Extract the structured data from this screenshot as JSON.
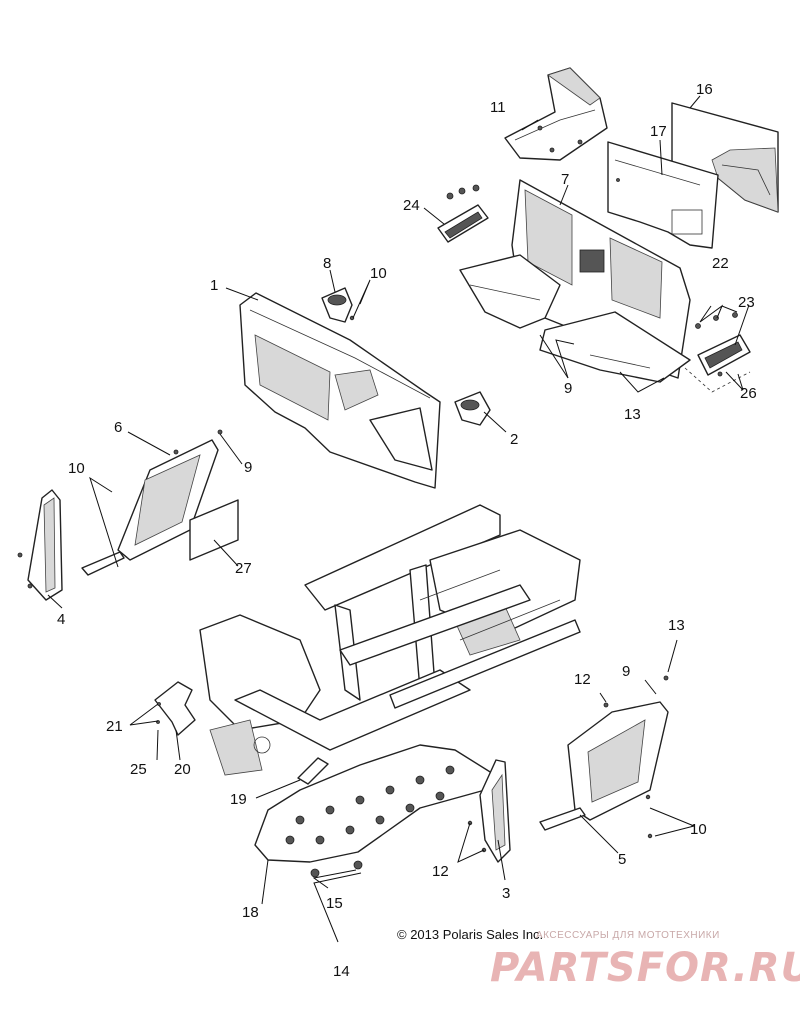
{
  "copyright": "© 2013 Polaris Sales Inc.",
  "watermark": {
    "caption": "АКСЕССУАРЫ ДЛЯ МОТОТЕХНИКИ",
    "logo": "PARTSFOR.RU"
  },
  "callouts": {
    "c1": "1",
    "c2": "2",
    "c3": "3",
    "c4": "4",
    "c5": "5",
    "c6": "6",
    "c7": "7",
    "c8": "8",
    "c9a": "9",
    "c9b": "9",
    "c9c": "9",
    "c10a": "10",
    "c10b": "10",
    "c10c": "10",
    "c11": "11",
    "c12a": "12",
    "c12b": "12",
    "c13a": "13",
    "c13b": "13",
    "c14": "14",
    "c15": "15",
    "c16": "16",
    "c17": "17",
    "c18": "18",
    "c19": "19",
    "c20": "20",
    "c21": "21",
    "c22": "22",
    "c23": "23",
    "c24": "24",
    "c25": "25",
    "c26": "26",
    "c27": "27"
  }
}
